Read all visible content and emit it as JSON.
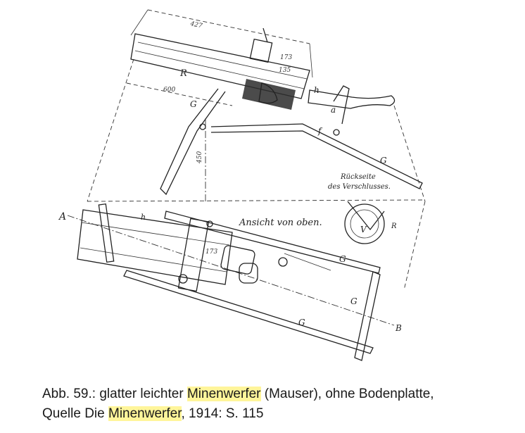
{
  "figure": {
    "labels": {
      "ansicht": "Ansicht von oben.",
      "rueckseite_line1": "Rückseite",
      "rueckseite_line2": "des Verschlusses.",
      "point_a": "A",
      "point_b": "B",
      "g": "G",
      "r": "R",
      "h": "h",
      "a": "a",
      "f": "f",
      "v": "V"
    },
    "dimensions": {
      "d427": "427",
      "d173": "173",
      "d135": "135",
      "d600": "600",
      "d450": "450",
      "d173b": "173"
    }
  },
  "caption": {
    "part1": "Abb. 59.: glatter leichter ",
    "highlight1": "Minenwerfer",
    "part2": " (Mauser), ohne Bodenplatte,",
    "part3": "Quelle Die ",
    "highlight2": "Minenwerfer",
    "part4": ", 1914: S. 115"
  },
  "colors": {
    "highlight": "#fff59a",
    "ink": "#222222"
  }
}
